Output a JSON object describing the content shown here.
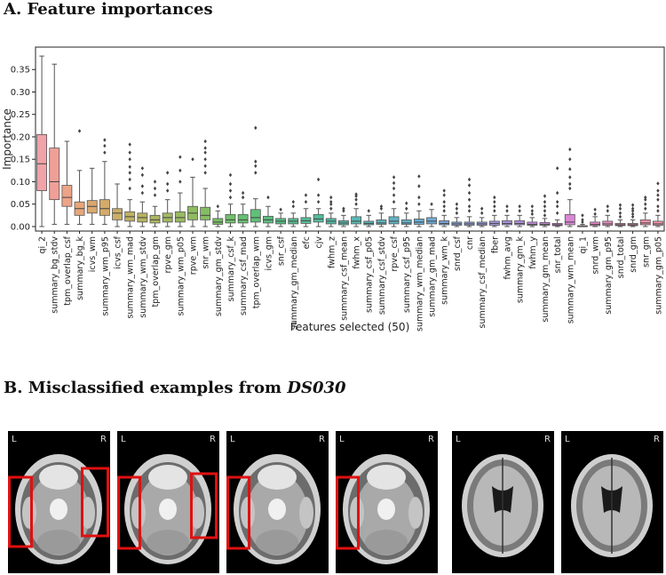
{
  "section_a_title": "A. Feature importances",
  "section_b_title": "B. Misclassified examples from",
  "section_b_dataset": "DS030",
  "chart_data": {
    "type": "box",
    "ylabel": "Importance",
    "xlabel": "Features selected (50)",
    "ylim": [
      -0.01,
      0.4
    ],
    "yticks": [
      0.0,
      0.05,
      0.1,
      0.15,
      0.2,
      0.25,
      0.3,
      0.35
    ],
    "categories": [
      "qi_2",
      "summary_bg_stdv",
      "tpm_overlap_csf",
      "summary_bg_k",
      "icvs_wm",
      "summary_wm_p95",
      "icvs_csf",
      "summary_wm_mad",
      "summary_wm_stdv",
      "tpm_overlap_gm",
      "rpve_gm",
      "summary_wm_p05",
      "rpve_wm",
      "snr_wm",
      "summary_gm_stdv",
      "summary_csf_k",
      "summary_csf_mad",
      "tpm_overlap_wm",
      "icvs_gm",
      "snr_csf",
      "summary_gm_median",
      "efc",
      "cjv",
      "fwhm_z",
      "summary_csf_mean",
      "fwhm_x",
      "summary_csf_p05",
      "summary_csf_stdv",
      "rpve_csf",
      "summary_csf_p95",
      "summary_wm_median",
      "summary_gm_mad",
      "summary_wm_k",
      "snrd_csf",
      "cnr",
      "summary_csf_median",
      "fber",
      "fwhm_avg",
      "summary_gm_k",
      "fwhm_y",
      "summary_gm_mean",
      "snr_total",
      "summary_wm_mean",
      "qi_1",
      "snrd_wm",
      "summary_gm_p95",
      "snrd_total",
      "snrd_gm",
      "snr_gm",
      "summary_gm_p05"
    ],
    "colors": [
      "#f0a3a8",
      "#ef9f98",
      "#eca488",
      "#e7a67a",
      "#dba870",
      "#d3ab6a",
      "#c9ae66",
      "#c0b164",
      "#b6b363",
      "#adb662",
      "#a3b862",
      "#99ba61",
      "#8fbb62",
      "#84bd63",
      "#79be66",
      "#6fc06b",
      "#66c071",
      "#5fc078",
      "#5bc080",
      "#58bf88",
      "#56be90",
      "#55bd97",
      "#55bc9e",
      "#56bba5",
      "#57b9ab",
      "#59b8b2",
      "#5bb6b8",
      "#5eb4be",
      "#61b2c4",
      "#65b0ca",
      "#6aadd0",
      "#70aad5",
      "#78a7d9",
      "#82a3dc",
      "#8d9fde",
      "#989be0",
      "#a397e1",
      "#ad93e1",
      "#b78fe0",
      "#c08cdf",
      "#c989dd",
      "#d287da",
      "#da86d6",
      "#e186d0",
      "#e687c8",
      "#e989c0",
      "#ec8bb8",
      "#ee8db0",
      "#ef8fa8",
      "#f091a3"
    ],
    "boxes": [
      {
        "min": 0.0,
        "q1": 0.08,
        "median": 0.14,
        "q3": 0.205,
        "max": 0.38,
        "outliers": []
      },
      {
        "min": 0.005,
        "q1": 0.06,
        "median": 0.1,
        "q3": 0.175,
        "max": 0.362,
        "outliers": []
      },
      {
        "min": 0.005,
        "q1": 0.045,
        "median": 0.065,
        "q3": 0.092,
        "max": 0.19,
        "outliers": []
      },
      {
        "min": 0.005,
        "q1": 0.025,
        "median": 0.04,
        "q3": 0.055,
        "max": 0.125,
        "outliers": [
          0.213
        ]
      },
      {
        "min": 0.005,
        "q1": 0.03,
        "median": 0.045,
        "q3": 0.058,
        "max": 0.13,
        "outliers": []
      },
      {
        "min": 0.005,
        "q1": 0.025,
        "median": 0.04,
        "q3": 0.06,
        "max": 0.145,
        "outliers": [
          0.165,
          0.18,
          0.193
        ]
      },
      {
        "min": 0.0,
        "q1": 0.015,
        "median": 0.03,
        "q3": 0.04,
        "max": 0.095,
        "outliers": []
      },
      {
        "min": 0.0,
        "q1": 0.012,
        "median": 0.022,
        "q3": 0.033,
        "max": 0.06,
        "outliers": [
          0.085,
          0.105,
          0.12,
          0.133,
          0.15,
          0.165,
          0.183
        ]
      },
      {
        "min": 0.0,
        "q1": 0.01,
        "median": 0.02,
        "q3": 0.03,
        "max": 0.055,
        "outliers": [
          0.075,
          0.09,
          0.115,
          0.13
        ]
      },
      {
        "min": 0.0,
        "q1": 0.008,
        "median": 0.015,
        "q3": 0.025,
        "max": 0.045,
        "outliers": [
          0.07,
          0.085,
          0.1
        ]
      },
      {
        "min": 0.0,
        "q1": 0.01,
        "median": 0.02,
        "q3": 0.03,
        "max": 0.06,
        "outliers": [
          0.08,
          0.095,
          0.12
        ]
      },
      {
        "min": 0.0,
        "q1": 0.01,
        "median": 0.02,
        "q3": 0.033,
        "max": 0.075,
        "outliers": [
          0.1,
          0.125,
          0.155
        ]
      },
      {
        "min": 0.0,
        "q1": 0.015,
        "median": 0.03,
        "q3": 0.045,
        "max": 0.11,
        "outliers": [
          0.15
        ]
      },
      {
        "min": 0.0,
        "q1": 0.015,
        "median": 0.025,
        "q3": 0.043,
        "max": 0.085,
        "outliers": [
          0.12,
          0.135,
          0.15,
          0.165,
          0.175,
          0.19
        ]
      },
      {
        "min": 0.0,
        "q1": 0.005,
        "median": 0.01,
        "q3": 0.018,
        "max": 0.035,
        "outliers": [
          0.045
        ]
      },
      {
        "min": 0.0,
        "q1": 0.008,
        "median": 0.015,
        "q3": 0.027,
        "max": 0.05,
        "outliers": [
          0.065,
          0.08,
          0.095,
          0.115
        ]
      },
      {
        "min": 0.0,
        "q1": 0.008,
        "median": 0.015,
        "q3": 0.027,
        "max": 0.05,
        "outliers": [
          0.065,
          0.075
        ]
      },
      {
        "min": 0.0,
        "q1": 0.01,
        "median": 0.02,
        "q3": 0.038,
        "max": 0.062,
        "outliers": [
          0.12,
          0.135,
          0.145,
          0.22
        ]
      },
      {
        "min": 0.0,
        "q1": 0.008,
        "median": 0.015,
        "q3": 0.023,
        "max": 0.045,
        "outliers": [
          0.065
        ]
      },
      {
        "min": 0.0,
        "q1": 0.006,
        "median": 0.012,
        "q3": 0.018,
        "max": 0.03,
        "outliers": [
          0.038
        ]
      },
      {
        "min": 0.0,
        "q1": 0.006,
        "median": 0.012,
        "q3": 0.018,
        "max": 0.03,
        "outliers": [
          0.045,
          0.055
        ]
      },
      {
        "min": 0.0,
        "q1": 0.007,
        "median": 0.013,
        "q3": 0.02,
        "max": 0.04,
        "outliers": [
          0.055,
          0.07
        ]
      },
      {
        "min": 0.0,
        "q1": 0.01,
        "median": 0.017,
        "q3": 0.027,
        "max": 0.04,
        "outliers": [
          0.055,
          0.07,
          0.105
        ]
      },
      {
        "min": 0.0,
        "q1": 0.006,
        "median": 0.012,
        "q3": 0.018,
        "max": 0.03,
        "outliers": [
          0.04,
          0.05,
          0.055,
          0.065
        ]
      },
      {
        "min": 0.0,
        "q1": 0.004,
        "median": 0.008,
        "q3": 0.013,
        "max": 0.025,
        "outliers": [
          0.035,
          0.04
        ]
      },
      {
        "min": 0.0,
        "q1": 0.006,
        "median": 0.012,
        "q3": 0.022,
        "max": 0.04,
        "outliers": [
          0.05,
          0.06,
          0.068,
          0.072
        ]
      },
      {
        "min": 0.0,
        "q1": 0.004,
        "median": 0.007,
        "q3": 0.012,
        "max": 0.025,
        "outliers": [
          0.035
        ]
      },
      {
        "min": 0.0,
        "q1": 0.005,
        "median": 0.008,
        "q3": 0.015,
        "max": 0.03,
        "outliers": [
          0.04,
          0.045
        ]
      },
      {
        "min": 0.0,
        "q1": 0.006,
        "median": 0.012,
        "q3": 0.022,
        "max": 0.04,
        "outliers": [
          0.055,
          0.07,
          0.085,
          0.097,
          0.11
        ]
      },
      {
        "min": 0.0,
        "q1": 0.005,
        "median": 0.008,
        "q3": 0.015,
        "max": 0.03,
        "outliers": [
          0.04,
          0.052
        ]
      },
      {
        "min": 0.0,
        "q1": 0.005,
        "median": 0.01,
        "q3": 0.017,
        "max": 0.035,
        "outliers": [
          0.05,
          0.065,
          0.09,
          0.112
        ]
      },
      {
        "min": 0.0,
        "q1": 0.006,
        "median": 0.012,
        "q3": 0.02,
        "max": 0.038,
        "outliers": [
          0.05
        ]
      },
      {
        "min": 0.0,
        "q1": 0.004,
        "median": 0.007,
        "q3": 0.013,
        "max": 0.025,
        "outliers": [
          0.035,
          0.045,
          0.055,
          0.07,
          0.08
        ]
      },
      {
        "min": 0.0,
        "q1": 0.003,
        "median": 0.006,
        "q3": 0.01,
        "max": 0.02,
        "outliers": [
          0.03,
          0.04,
          0.05
        ]
      },
      {
        "min": 0.0,
        "q1": 0.003,
        "median": 0.006,
        "q3": 0.01,
        "max": 0.022,
        "outliers": [
          0.035,
          0.045,
          0.06,
          0.075,
          0.092,
          0.105
        ]
      },
      {
        "min": 0.0,
        "q1": 0.003,
        "median": 0.006,
        "q3": 0.01,
        "max": 0.02,
        "outliers": [
          0.03,
          0.04
        ]
      },
      {
        "min": 0.0,
        "q1": 0.003,
        "median": 0.007,
        "q3": 0.012,
        "max": 0.025,
        "outliers": [
          0.035,
          0.045,
          0.055,
          0.065
        ]
      },
      {
        "min": 0.0,
        "q1": 0.004,
        "median": 0.007,
        "q3": 0.013,
        "max": 0.025,
        "outliers": [
          0.035,
          0.045
        ]
      },
      {
        "min": 0.0,
        "q1": 0.004,
        "median": 0.007,
        "q3": 0.013,
        "max": 0.025,
        "outliers": [
          0.035,
          0.045
        ]
      },
      {
        "min": 0.0,
        "q1": 0.003,
        "median": 0.005,
        "q3": 0.01,
        "max": 0.02,
        "outliers": [
          0.028,
          0.035,
          0.045
        ]
      },
      {
        "min": 0.0,
        "q1": 0.003,
        "median": 0.005,
        "q3": 0.009,
        "max": 0.018,
        "outliers": [
          0.025,
          0.035,
          0.045,
          0.055,
          0.068
        ]
      },
      {
        "min": 0.0,
        "q1": 0.002,
        "median": 0.004,
        "q3": 0.007,
        "max": 0.015,
        "outliers": [
          0.03,
          0.045,
          0.055,
          0.075,
          0.13
        ]
      },
      {
        "min": 0.0,
        "q1": 0.004,
        "median": 0.01,
        "q3": 0.027,
        "max": 0.06,
        "outliers": [
          0.085,
          0.095,
          0.11,
          0.128,
          0.15,
          0.172
        ]
      },
      {
        "min": 0.0,
        "q1": 0.0,
        "median": 0.0,
        "q3": 0.002,
        "max": 0.005,
        "outliers": [
          0.01,
          0.015,
          0.025
        ]
      },
      {
        "min": 0.0,
        "q1": 0.002,
        "median": 0.005,
        "q3": 0.01,
        "max": 0.022,
        "outliers": [
          0.028,
          0.038
        ]
      },
      {
        "min": 0.0,
        "q1": 0.003,
        "median": 0.006,
        "q3": 0.012,
        "max": 0.025,
        "outliers": [
          0.035,
          0.045
        ]
      },
      {
        "min": 0.0,
        "q1": 0.002,
        "median": 0.004,
        "q3": 0.007,
        "max": 0.015,
        "outliers": [
          0.022,
          0.03,
          0.04,
          0.048
        ]
      },
      {
        "min": 0.0,
        "q1": 0.002,
        "median": 0.004,
        "q3": 0.007,
        "max": 0.015,
        "outliers": [
          0.022,
          0.028,
          0.035,
          0.04,
          0.048
        ]
      },
      {
        "min": 0.0,
        "q1": 0.004,
        "median": 0.008,
        "q3": 0.015,
        "max": 0.03,
        "outliers": [
          0.04,
          0.05,
          0.06,
          0.065
        ]
      },
      {
        "min": 0.0,
        "q1": 0.003,
        "median": 0.006,
        "q3": 0.012,
        "max": 0.025,
        "outliers": [
          0.035,
          0.045,
          0.06,
          0.07,
          0.08,
          0.096
        ]
      }
    ]
  },
  "scans": [
    {
      "left_label": "L",
      "right_label": "R",
      "highlights": true,
      "variant": "lower"
    },
    {
      "left_label": "L",
      "right_label": "R",
      "highlights": true,
      "variant": "lower"
    },
    {
      "left_label": "L",
      "right_label": "R",
      "highlights": true,
      "variant": "mid"
    },
    {
      "left_label": "L",
      "right_label": "R",
      "highlights": true,
      "variant": "mid"
    },
    {
      "left_label": "L",
      "right_label": "R",
      "highlights": false,
      "variant": "upper"
    },
    {
      "left_label": "L",
      "right_label": "R",
      "highlights": false,
      "variant": "upper"
    }
  ]
}
